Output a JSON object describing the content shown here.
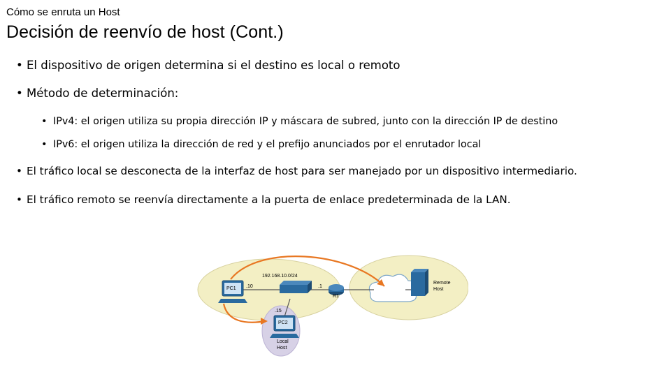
{
  "header": {
    "supertitle": "Cómo se enruta un Host",
    "title": "Decisión de reenvío de host (Cont.)"
  },
  "bullets": [
    "El dispositivo de origen determina si el destino es local o remoto",
    "Método de determinación:",
    "IPv4: el origen utiliza su propia dirección IP y máscara de subred, junto con la dirección IP de destino",
    "IPv6: el origen utiliza la dirección de red y el prefijo anunciados por el enrutador local",
    "El tráfico local se desconecta de la interfaz de host para ser manejado por un dispositivo intermediario.",
    "El tráfico remoto se reenvía directamente a la puerta de enlace predeterminada de la LAN."
  ],
  "diagram": {
    "network": "192.168.10.0/24",
    "pc1": {
      "label": "PC1",
      "addr": ".10"
    },
    "pc2": {
      "label": "PC2",
      "addr": ".15"
    },
    "router": {
      "label": "R1",
      "addr": ".1"
    },
    "local_host": [
      "Local",
      "Host"
    ],
    "remote_host": [
      "Remote",
      "Host"
    ],
    "colors": {
      "lan_fill": "#f3efc4",
      "remote_fill": "#f3efc4",
      "local_fill": "#d7d1e6",
      "arrow": "#e87722",
      "device_blue": "#2a6a9f"
    }
  }
}
